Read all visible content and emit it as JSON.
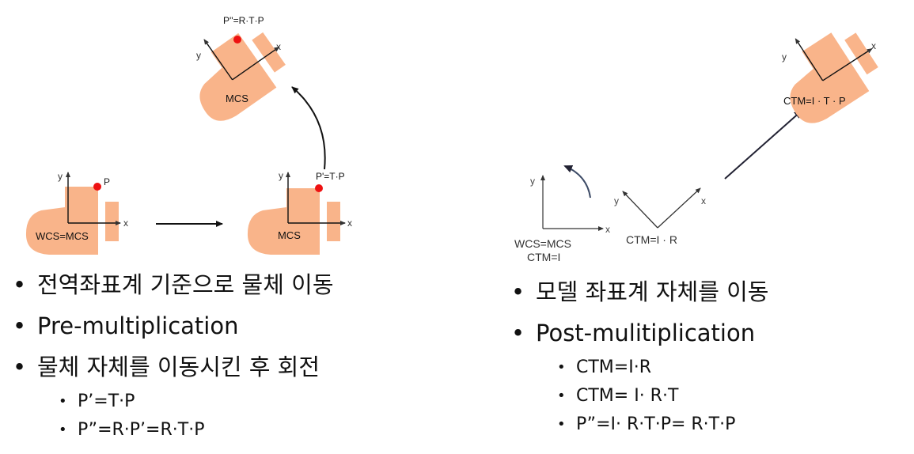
{
  "colors": {
    "shape": "#F9B48A",
    "point": "#EE1111",
    "ink": "#111111",
    "label": "#333333"
  },
  "left_diagram": {
    "label_wcs_mcs": "WCS=MCS",
    "label_p": "P",
    "label_mcs_mid": "MCS",
    "label_p_prime": "P'=T·P",
    "label_mcs_top": "MCS",
    "label_p_double": "P''=R·T·P",
    "axis_x": "x",
    "axis_y": "y"
  },
  "right_diagram": {
    "label_wcs": "WCS=MCS",
    "label_ctm_i": "CTM=I",
    "label_ctm_ir": "CTM=I · R",
    "label_ctm_itp": "CTM=I · T · P",
    "axis_x": "x",
    "axis_y": "y"
  },
  "left_bullets": {
    "items": [
      "전역좌표계 기준으로 물체 이동",
      "Pre-multiplication",
      "물체 자체를 이동시킨 후 회전"
    ],
    "sub_items": [
      "P’=T·P",
      "P”=R·P’=R·T·P"
    ]
  },
  "right_bullets": {
    "items": [
      "모델 좌표계 자체를 이동",
      "Post-mulitiplication"
    ],
    "sub_items": [
      "CTM=I·R",
      "CTM= I· R·T",
      "P”=I· R·T·P= R·T·P"
    ]
  }
}
